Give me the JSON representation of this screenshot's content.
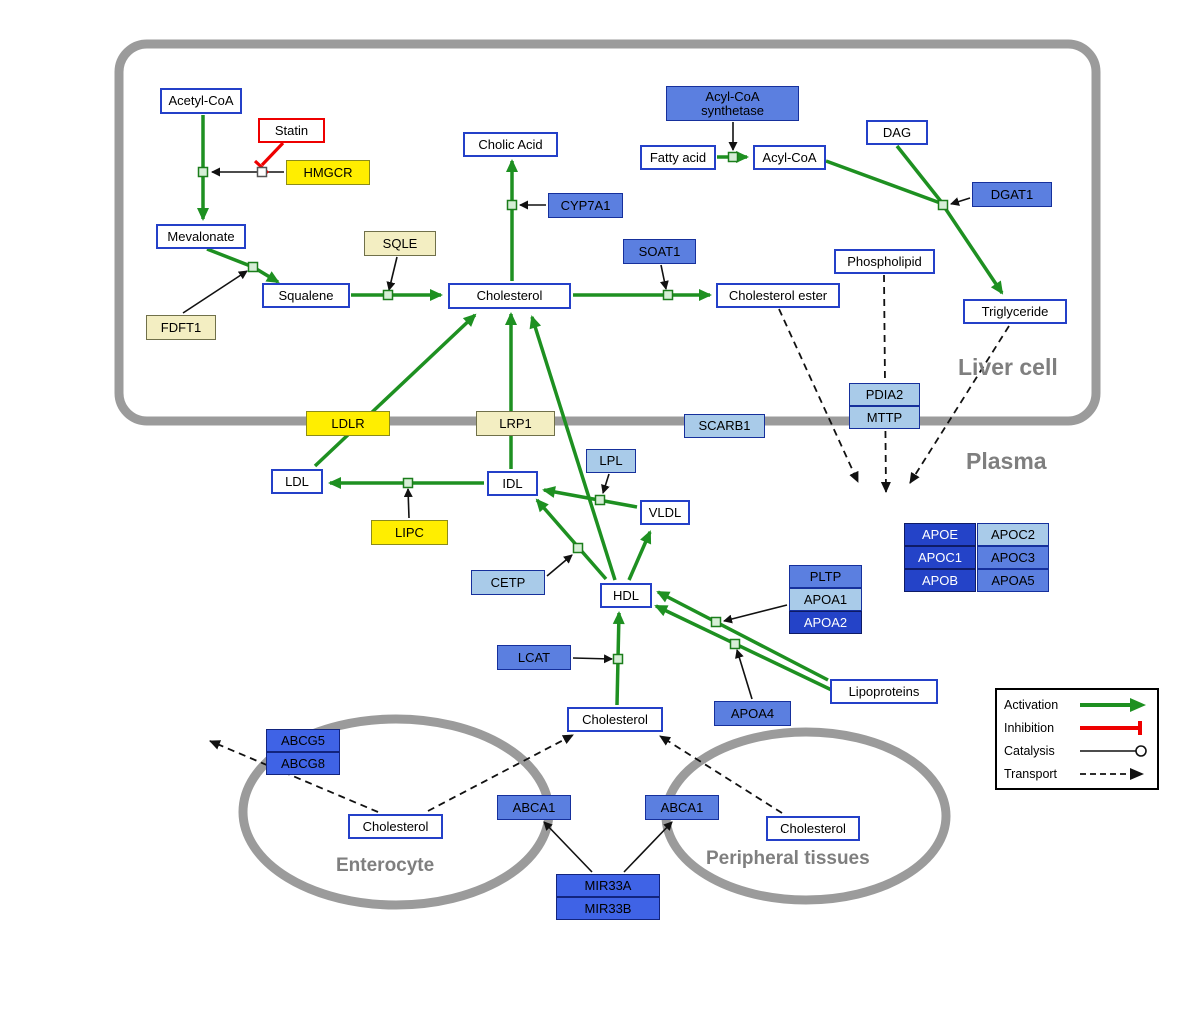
{
  "compartments": {
    "liver_cell": "Liver cell",
    "plasma": "Plasma",
    "enterocyte": "Enterocyte",
    "peripheral_tissues": "Peripheral tissues"
  },
  "nodes": {
    "acetyl_coa": "Acetyl-CoA",
    "statin": "Statin",
    "hmgcr": "HMGCR",
    "mevalonate": "Mevalonate",
    "sqle": "SQLE",
    "fdft1": "FDFT1",
    "squalene": "Squalene",
    "cholic_acid": "Cholic Acid",
    "cyp7a1": "CYP7A1",
    "cholesterol_liver": "Cholesterol",
    "soat1": "SOAT1",
    "cholesterol_ester": "Cholesterol ester",
    "acyl_coa_synthetase": "Acyl-CoA synthetase",
    "fatty_acid": "Fatty acid",
    "acyl_coa": "Acyl-CoA",
    "dag": "DAG",
    "dgat1": "DGAT1",
    "phospholipid": "Phospholipid",
    "triglyceride": "Triglyceride",
    "pdia2": "PDIA2",
    "mttp": "MTTP",
    "ldlr": "LDLR",
    "lrp1": "LRP1",
    "scarb1": "SCARB1",
    "ldl": "LDL",
    "idl": "IDL",
    "lpl": "LPL",
    "vldl": "VLDL",
    "lipc": "LIPC",
    "cetp": "CETP",
    "hdl": "HDL",
    "pltp": "PLTP",
    "apoa1": "APOA1",
    "apoa2": "APOA2",
    "apoe": "APOE",
    "apoc2": "APOC2",
    "apoc1": "APOC1",
    "apoc3": "APOC3",
    "apob": "APOB",
    "apoa5": "APOA5",
    "lcat": "LCAT",
    "apoa4": "APOA4",
    "lipoproteins": "Lipoproteins",
    "cholesterol_plasma": "Cholesterol",
    "abcg5": "ABCG5",
    "abcg8": "ABCG8",
    "cholesterol_enterocyte": "Cholesterol",
    "abca1_left": "ABCA1",
    "abca1_right": "ABCA1",
    "cholesterol_peripheral": "Cholesterol",
    "mir33a": "MIR33A",
    "mir33b": "MIR33B"
  },
  "legend": {
    "activation": "Activation",
    "inhibition": "Inhibition",
    "catalysis": "Catalysis",
    "transport": "Transport"
  },
  "colors": {
    "activation_green": "#1e9021",
    "inhibition_red": "#ee0000",
    "membrane_gray": "#9b9b9b",
    "metabolite_border_blue": "#2440c8",
    "gene_yellow": "#ffee00",
    "pale_yellow": "#f3eec2",
    "light_blue": "#a9cbe9",
    "medium_blue": "#5b7fe0",
    "strong_blue": "#3f63e6",
    "dark_blue": "#2443c8"
  }
}
